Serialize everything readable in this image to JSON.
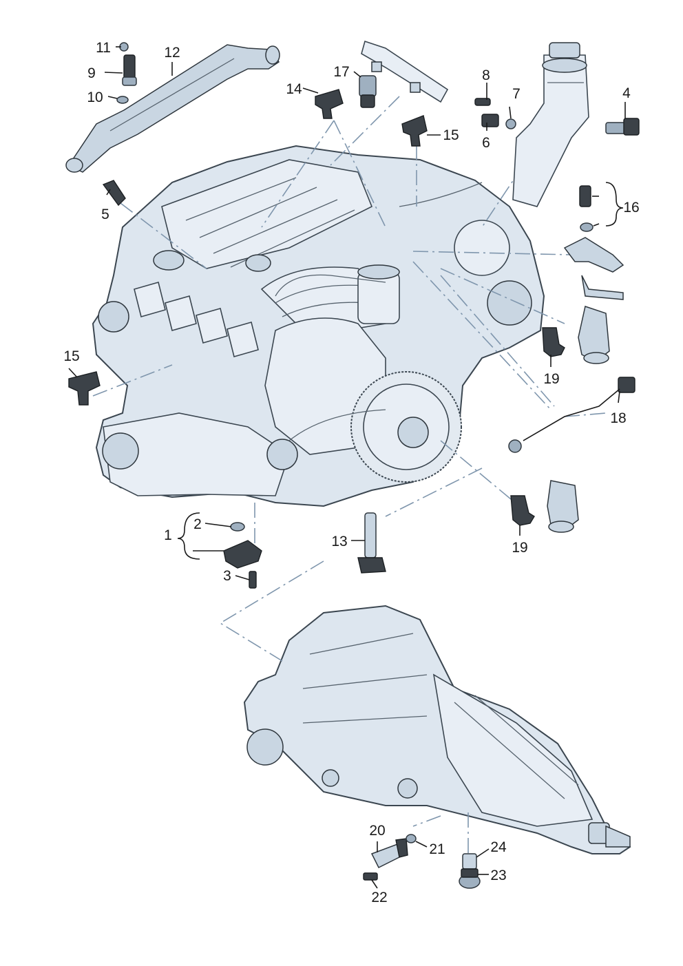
{
  "callouts": [
    {
      "id": "c1",
      "text": "1"
    },
    {
      "id": "c2",
      "text": "2"
    },
    {
      "id": "c3",
      "text": "3"
    },
    {
      "id": "c4",
      "text": "4"
    },
    {
      "id": "c5",
      "text": "5"
    },
    {
      "id": "c6",
      "text": "6"
    },
    {
      "id": "c7",
      "text": "7"
    },
    {
      "id": "c8",
      "text": "8"
    },
    {
      "id": "c9",
      "text": "9"
    },
    {
      "id": "c10",
      "text": "10"
    },
    {
      "id": "c11",
      "text": "11"
    },
    {
      "id": "c12",
      "text": "12"
    },
    {
      "id": "c13",
      "text": "13"
    },
    {
      "id": "c14",
      "text": "14"
    },
    {
      "id": "c15a",
      "text": "15"
    },
    {
      "id": "c15b",
      "text": "15"
    },
    {
      "id": "c16",
      "text": "16"
    },
    {
      "id": "c17",
      "text": "17"
    },
    {
      "id": "c18",
      "text": "18"
    },
    {
      "id": "c19a",
      "text": "19"
    },
    {
      "id": "c19b",
      "text": "19"
    },
    {
      "id": "c20",
      "text": "20"
    },
    {
      "id": "c21",
      "text": "21"
    },
    {
      "id": "c22",
      "text": "22"
    },
    {
      "id": "c23",
      "text": "23"
    },
    {
      "id": "c24",
      "text": "24"
    }
  ],
  "colors": {
    "engine_fill": "#dde6ef",
    "outline": "#3b4650",
    "sensor_dark": "#3c4248",
    "dash_line": "#7f96ad"
  }
}
